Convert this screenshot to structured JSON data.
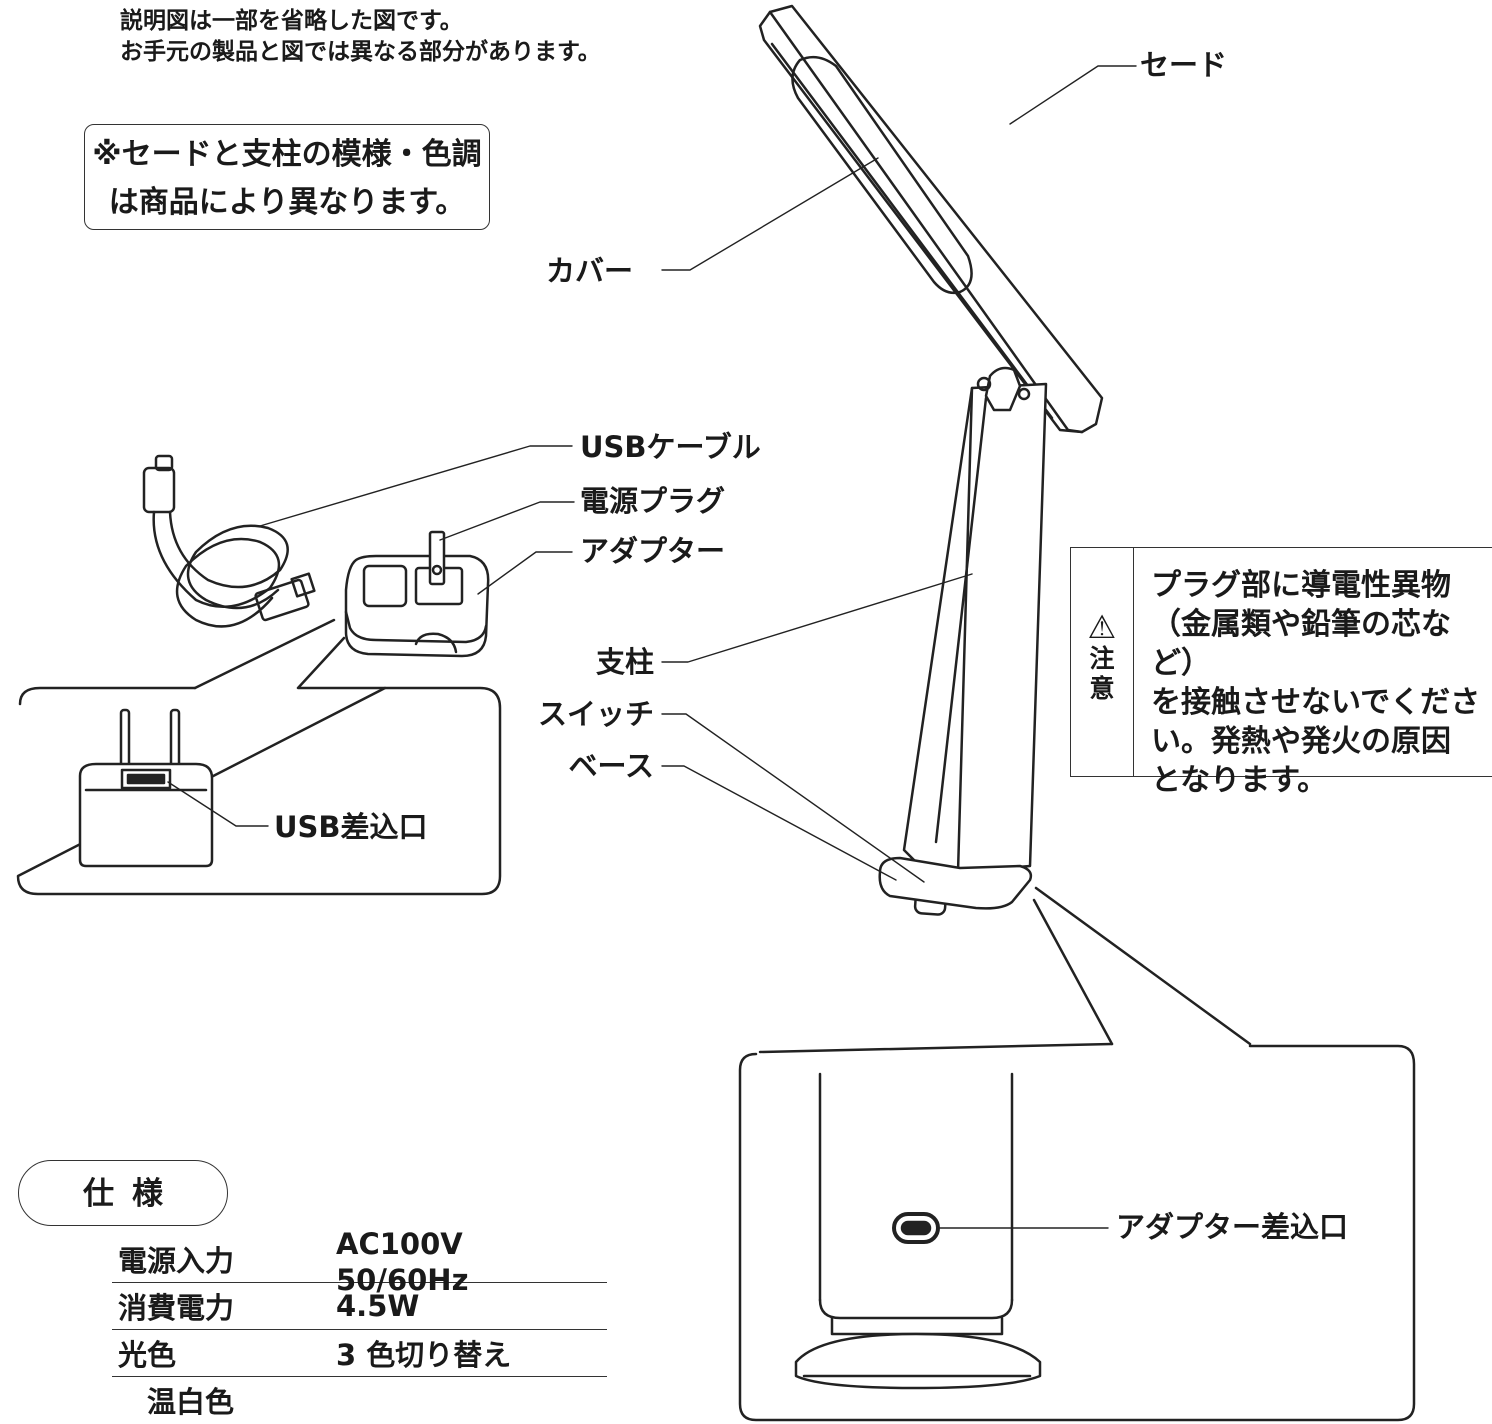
{
  "intro": {
    "line1": "説明図は一部を省略した図です。",
    "line2": "お手元の製品と図では異なる部分があります。"
  },
  "note": {
    "line1": "※セードと支柱の模様・色調",
    "line2": "は商品により異なります。"
  },
  "labels": {
    "shade": "セード",
    "cover": "カバー",
    "usb_cable": "USBケーブル",
    "power_plug": "電源プラグ",
    "adapter": "アダプター",
    "pole": "支柱",
    "switch": "スイッチ",
    "base": "ベース",
    "usb_port": "USB差込口",
    "adapter_port": "アダプター差込口"
  },
  "caution": {
    "icon": "warning-triangle-icon",
    "title_char1": "注",
    "title_char2": "意",
    "lines": [
      "プラグ部に導電性異物",
      "（金属類や鉛筆の芯など）",
      "を接触させないでくださ",
      "い。発熱や発火の原因",
      "となります。"
    ]
  },
  "spec": {
    "heading": "仕様",
    "rows": [
      {
        "key": "電源入力",
        "value": "AC100V　50/60Hz"
      },
      {
        "key": "消費電力",
        "value": "4.5W"
      },
      {
        "key": "光色",
        "value": "3 色切り替え"
      },
      {
        "key": "　温白色",
        "value": ""
      }
    ]
  }
}
